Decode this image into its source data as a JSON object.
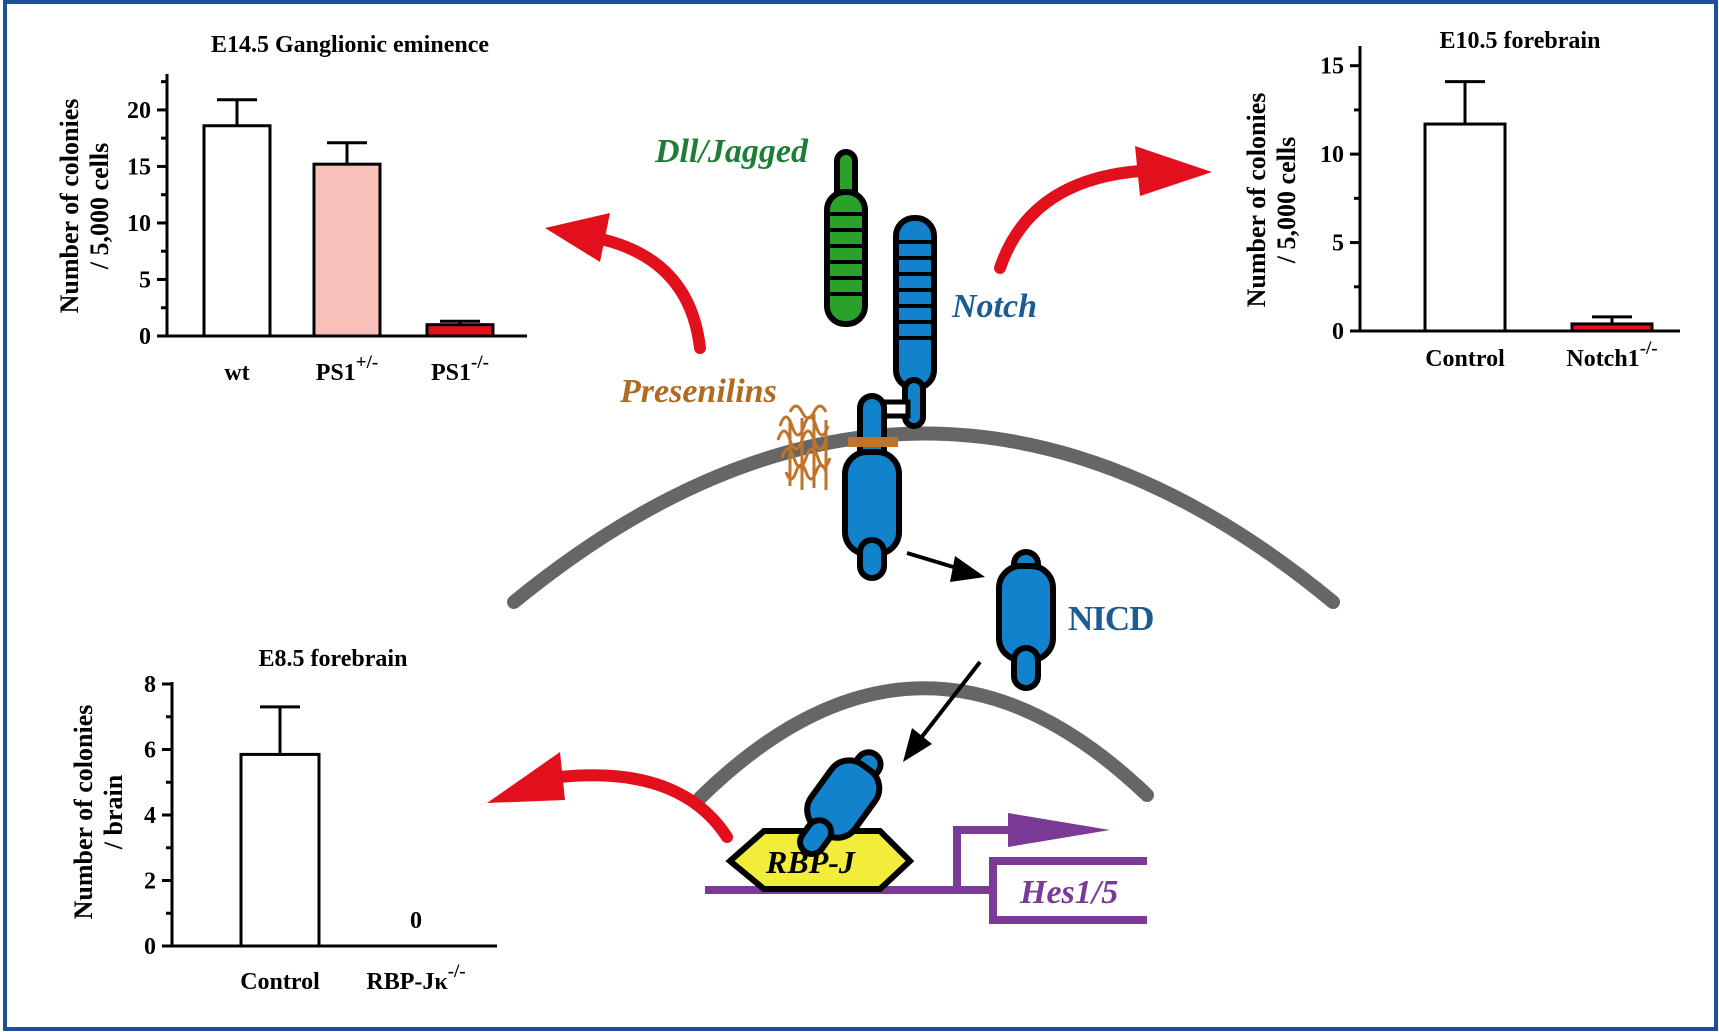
{
  "diagram": {
    "labels": {
      "ligand": "Dll/Jagged",
      "receptor": "Notch",
      "presenilins": "Presenilins",
      "nicd": "NICD",
      "rbpj": "RBP-J",
      "target": "Hes1/5"
    },
    "colors": {
      "frame": "#1f4e9c",
      "membrane": "#666666",
      "ligand": "#2aa22a",
      "notch": "#1382cc",
      "presenilin": "#c0742a",
      "rbpj_fill": "#f2ec3a",
      "target": "#7a3a96",
      "arrow_red": "#e2101c"
    }
  },
  "chart_data": [
    {
      "type": "bar",
      "title": "E14.5 Ganglionic eminence",
      "ylabel": [
        "Number of colonies",
        "/ 5,000 cells"
      ],
      "categories": [
        {
          "base": "wt",
          "sup": ""
        },
        {
          "base": "PS1",
          "sup": "+/-"
        },
        {
          "base": "PS1",
          "sup": "-/-"
        }
      ],
      "values": [
        18.6,
        15.2,
        1.0
      ],
      "errors": [
        2.3,
        1.9,
        0.3
      ],
      "colors": [
        "#ffffff",
        "#f7c0b8",
        "#e0141c"
      ],
      "ylim": [
        0,
        23
      ],
      "ticks": [
        0,
        5,
        10,
        15,
        20
      ]
    },
    {
      "type": "bar",
      "title": "E10.5 forebrain",
      "ylabel": [
        "Number of colonies",
        "/ 5,000 cells"
      ],
      "categories": [
        {
          "base": "Control",
          "sup": ""
        },
        {
          "base": "Notch1",
          "sup": "-/-"
        }
      ],
      "values": [
        11.7,
        0.4
      ],
      "errors": [
        2.4,
        0.4
      ],
      "colors": [
        "#ffffff",
        "#e0141c"
      ],
      "ylim": [
        0,
        16
      ],
      "ticks": [
        0,
        5,
        10,
        15
      ]
    },
    {
      "type": "bar",
      "title": "E8.5 forebrain",
      "ylabel": [
        "Number of colonies",
        "/ brain"
      ],
      "categories": [
        {
          "base": "Control",
          "sup": ""
        },
        {
          "base": "RBP-Jκ",
          "sup": "-/-"
        }
      ],
      "values": [
        5.85,
        0
      ],
      "errors": [
        1.45,
        0
      ],
      "value_labels": [
        "",
        "0"
      ],
      "colors": [
        "#ffffff",
        "#ffffff"
      ],
      "ylim": [
        0,
        8
      ],
      "ticks": [
        0,
        2,
        4,
        6,
        8
      ]
    }
  ]
}
